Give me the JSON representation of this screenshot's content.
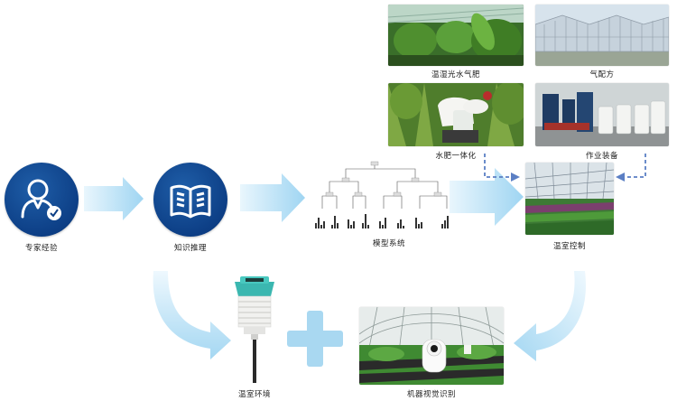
{
  "nodes": {
    "expert": {
      "label": "专家经验"
    },
    "knowledge": {
      "label": "知识推理"
    },
    "model": {
      "label": "模型系统"
    },
    "control": {
      "label": "温室控制"
    },
    "environment": {
      "label": "温室环境"
    },
    "vision": {
      "label": "机器视觉识别"
    }
  },
  "inputs": [
    {
      "label": "温湿光水气肥"
    },
    {
      "label": "气配方"
    },
    {
      "label": "水肥一体化"
    },
    {
      "label": "作业装备"
    }
  ],
  "colors": {
    "circle_blue": "#0d3f86",
    "arrow_light": "#bfe3f7",
    "dashed_arrow": "#5b7fc4",
    "plus": "#a9d8f1"
  }
}
